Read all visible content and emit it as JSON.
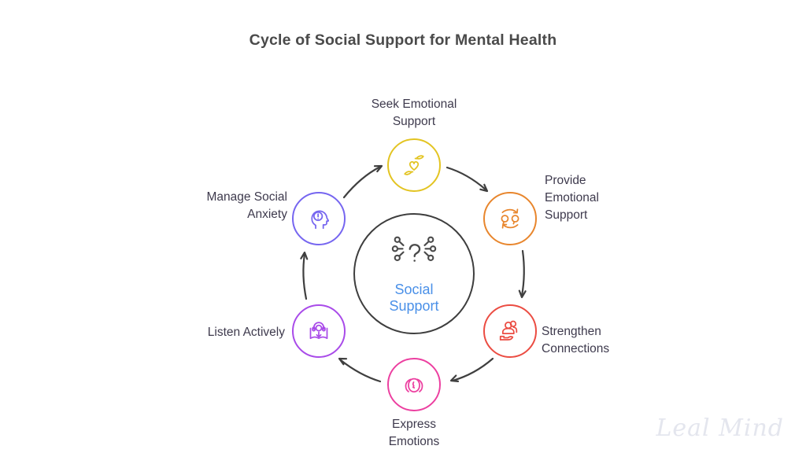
{
  "title": "Cycle of Social Support for Mental Health",
  "title_color": "#4a4a4a",
  "label_color": "#3e3a4d",
  "arrow_color": "#3f3f3f",
  "watermark": "Leal Mind",
  "center": {
    "label": "Social\nSupport",
    "label_color": "#4a90e8",
    "ring_color": "#3e3e3e",
    "icon": "question-network-icon",
    "icon_color": "#4a4a4a"
  },
  "nodes": {
    "seek": {
      "label": "Seek Emotional\nSupport",
      "color": "#e3c422",
      "icon": "hands-heart-icon"
    },
    "provide": {
      "label": "Provide\nEmotional\nSupport",
      "color": "#e8862d",
      "icon": "conversation-exchange-icon"
    },
    "strengthen": {
      "label": "Strengthen\nConnections",
      "color": "#eb4c42",
      "icon": "people-on-hand-icon"
    },
    "express": {
      "label": "Express\nEmotions",
      "color": "#ec3fa0",
      "icon": "overlapping-faces-icon"
    },
    "listen": {
      "label": "Listen Actively",
      "color": "#a94be9",
      "icon": "audiobook-headphones-icon"
    },
    "manage": {
      "label": "Manage Social\nAnxiety",
      "color": "#7666f0",
      "icon": "head-alert-icon"
    }
  }
}
